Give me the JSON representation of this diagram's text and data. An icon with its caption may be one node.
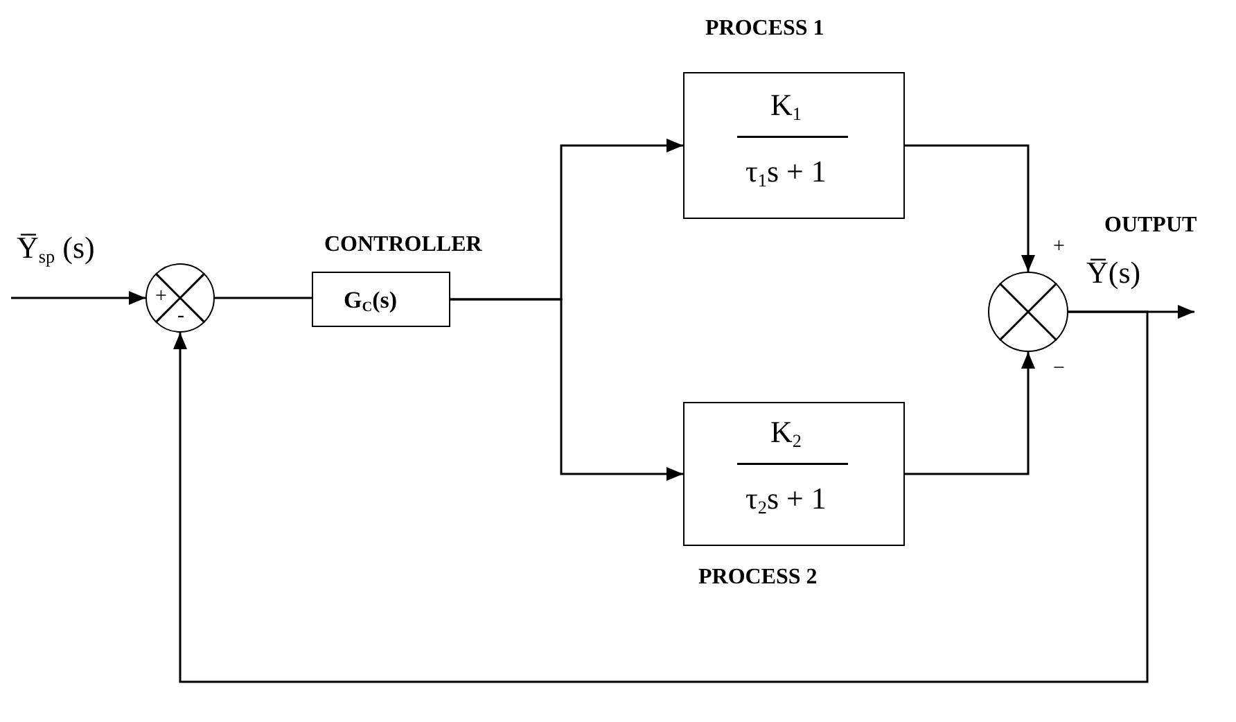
{
  "diagram": {
    "nodes": [
      {
        "text": [
          "+",
          "-"
        ]
      },
      {
        "text": [
          "CONTROLLER",
          "G$_{C}$(s)"
        ]
      },
      {
        "text": [
          "PROCESS 1",
          "K$_{1}$",
          "τ$_{1}$s + 1"
        ]
      },
      {
        "text": [
          "K$_{2}$",
          "τ$_{2}$s + 1",
          "PROCESS 2"
        ]
      },
      {
        "text": [],
        "shape": "circle",
        "beside": [
          "+",
          "−"
        ]
      }
    ],
    "edges": [
      {
        "from": null,
        "to": 0,
        "arrow": "to",
        "label": "Y̅$_{sp}$ (s)"
      },
      {
        "from": 0,
        "to": 1,
        "arrow": "none"
      },
      {
        "from": 1,
        "to": 2,
        "arrow": "to"
      },
      {
        "from": 1,
        "to": 3,
        "arrow": "to"
      },
      {
        "from": 2,
        "to": 4,
        "arrow": "to"
      },
      {
        "from": 3,
        "to": 4,
        "arrow": "to"
      },
      {
        "from": 4,
        "to": null,
        "arrow": "to",
        "label": "Y̅(s)"
      },
      {
        "from": 4,
        "to": 0,
        "arrow": "to"
      }
    ],
    "labels": [
      "OUTPUT"
    ]
  }
}
